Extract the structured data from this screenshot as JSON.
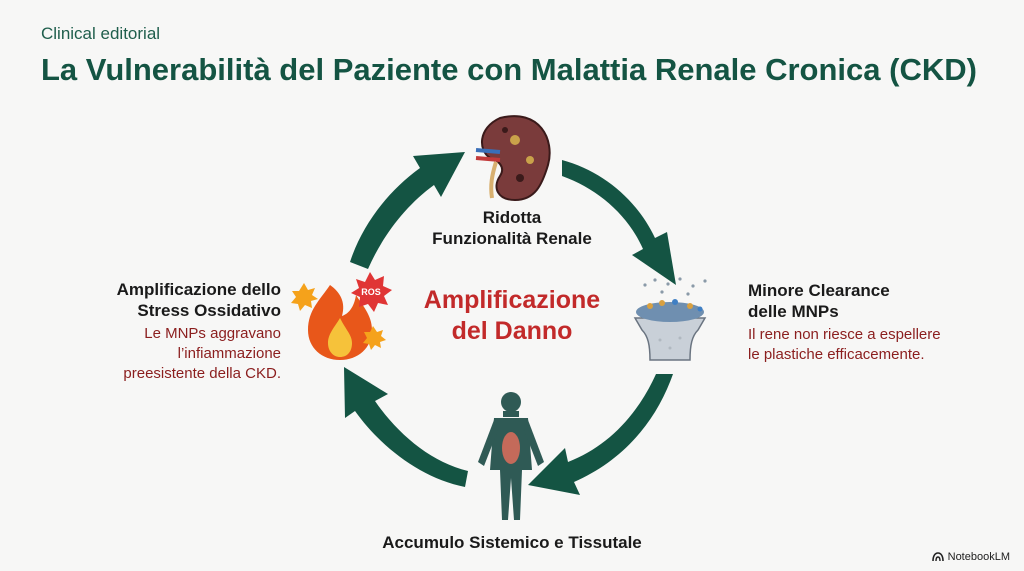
{
  "header": {
    "eyebrow": "Clinical editorial",
    "title": "La Vulnerabilità del Paziente con Malattia Renale Cronica (CKD)"
  },
  "cycle": {
    "center_line1": "Amplificazione",
    "center_line2": "del Danno",
    "top": {
      "line1": "Ridotta",
      "line2": "Funzionalità Renale",
      "icon": "kidney-icon"
    },
    "right": {
      "title_line1": "Minore Clearance",
      "title_line2": "delle MNPs",
      "desc_line1": "Il rene non riesce a espellere",
      "desc_line2": "le plastiche efficacemente.",
      "icon": "filter-clearance-icon"
    },
    "bottom": {
      "label": "Accumulo Sistemico e Tissutale",
      "icon": "human-body-icon"
    },
    "left": {
      "title_line1": "Amplificazione dello",
      "title_line2": "Stress Ossidativo",
      "desc_line1": "Le MNPs aggravano",
      "desc_line2": "l’infiammazione",
      "desc_line3": "preesistente della CKD.",
      "icon": "fire-ros-icon",
      "badge": "ROS"
    }
  },
  "colors": {
    "arrow": "#145443",
    "title": "#145443",
    "accent_red": "#c22a2a",
    "desc_red": "#8b1e1e"
  },
  "watermark": "NotebookLM"
}
